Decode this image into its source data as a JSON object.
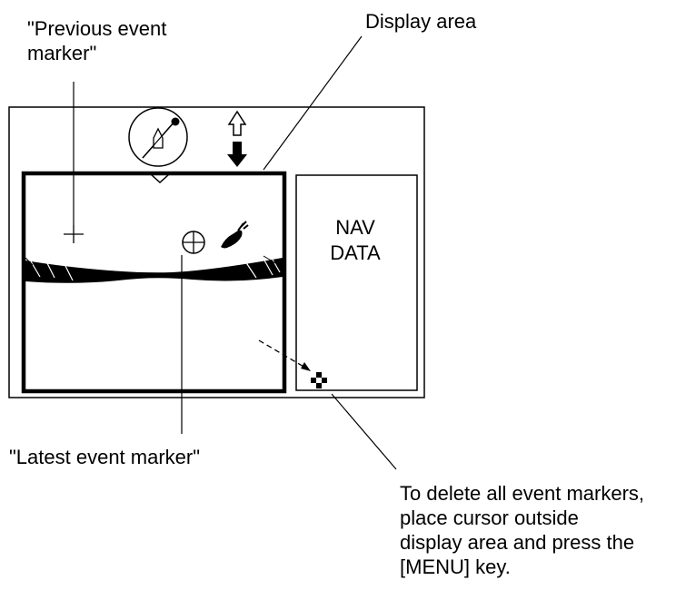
{
  "callouts": {
    "display_area": "Display area",
    "previous_marker": [
      "\"Previous event",
      "marker\""
    ],
    "latest_marker": "\"Latest event marker\"",
    "delete_note": [
      "To delete all event markers,",
      "place cursor outside",
      "display area and press the",
      "[MENU] key."
    ]
  },
  "screen": {
    "nav_panel": [
      "NAV",
      "DATA"
    ]
  },
  "colors": {
    "ink": "#000000",
    "paper": "#ffffff"
  },
  "icons": [
    "compass-icon",
    "arrow-up-outline-icon",
    "arrow-down-filled-icon",
    "triangle-marker-icon",
    "previous-event-marker-icon",
    "latest-event-marker-icon",
    "fish-school-icon",
    "cursor-icon"
  ]
}
